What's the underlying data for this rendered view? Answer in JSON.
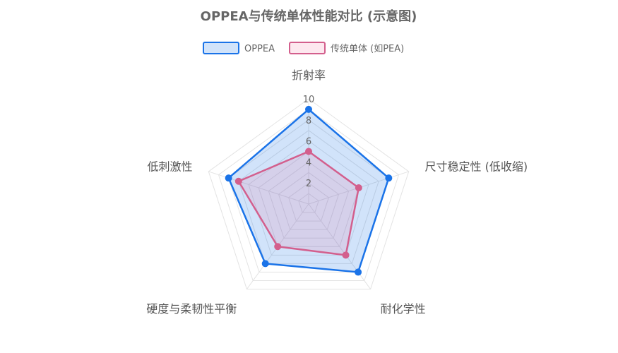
{
  "chart_data": {
    "type": "radar",
    "title": "OPPEA与传统单体性能对比 (示意图)",
    "axes": [
      "折射率",
      "尺寸稳定性 (低收缩)",
      "耐化学性",
      "硬度与柔韧性平衡",
      "低刺激性"
    ],
    "r_range": [
      0,
      10
    ],
    "ticks": [
      2,
      4,
      6,
      8,
      10
    ],
    "grid": true,
    "legend_position": "top",
    "series": [
      {
        "name": "OPPEA",
        "values": [
          9,
          8,
          8,
          7,
          8
        ],
        "stroke": "#1a73e8",
        "fill": "rgba(26,115,232,0.2)",
        "point": "#1a73e8"
      },
      {
        "name": "传统单体 (如PEA)",
        "values": [
          5,
          5,
          6,
          5,
          7
        ],
        "stroke": "#d35f8d",
        "fill": "rgba(240,98,146,0.15)",
        "point": "#d35f8d"
      }
    ]
  }
}
